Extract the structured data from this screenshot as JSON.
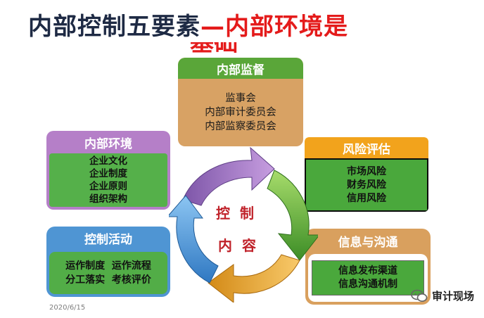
{
  "title": {
    "part1": "内部控制五要素",
    "part2": "—内部环境是",
    "part3": "基础"
  },
  "supervise": {
    "header": "内部监督",
    "items": [
      "监事会",
      "内部审计委员会",
      "内部监察委员会"
    ]
  },
  "environment": {
    "header": "内部环境",
    "items": [
      "企业文化",
      "企业制度",
      "企业原则",
      "组织架构"
    ]
  },
  "risk": {
    "header": "风险评估",
    "items": [
      "市场风险",
      "财务风险",
      "信用风险"
    ]
  },
  "control": {
    "header": "控制活动",
    "items": [
      "运作制度  运作流程",
      "分工落实  考核评价"
    ]
  },
  "info": {
    "header": "信息与沟通",
    "items": [
      "信息发布渠道",
      "信息沟通机制"
    ]
  },
  "core": {
    "line1": "控制",
    "line2": "内容"
  },
  "footer": {
    "date": "2020/6/15",
    "brand": "审计现场"
  },
  "colors": {
    "green": "#5aa639",
    "purple": "#b57fc8",
    "orange": "#f2a31c",
    "blue": "#4f95d3",
    "tan": "#d8a264",
    "red": "#e41b1b"
  }
}
